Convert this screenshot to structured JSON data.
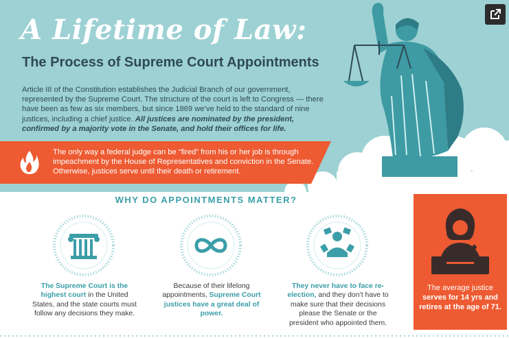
{
  "header": {
    "title": "A Lifetime of Law:",
    "subtitle": "The Process of Supreme Court Appointments"
  },
  "intro": {
    "text": "Article III of the Constitution establishes the Judicial Branch of our government, represented by the Supreme Court. The structure of the court is left to Congress — there have been as few as six members, but since 1869 we’ve held to the standard of nine justices, including a chief justice.",
    "emphasis": "All justices are nominated by the president, confirmed by a majority vote in the Senate, and hold their offices for life."
  },
  "banner": {
    "text": "The only way a federal judge can be “fired” from his or her job is through impeachment by the House of Representatives and conviction in the Senate. Otherwise, justices serve until their death or retirement.",
    "icon": "flame-icon"
  },
  "why": {
    "heading": "WHY DO APPOINTMENTS MATTER?",
    "items": [
      {
        "icon": "column-icon",
        "highlight": "The Supreme Court is the highest court",
        "rest": " in the United States, and the state courts must follow any decisions they make."
      },
      {
        "icon": "infinity-icon",
        "lead": "Because of their lifelong appointments, ",
        "highlight": "Supreme Court justices have a great deal of power."
      },
      {
        "icon": "ballot-icon",
        "highlight": "They never have to face re-election,",
        "rest": " and they don’t have to make sure that their decisions please the Senate or the president who appointed them."
      }
    ]
  },
  "stat": {
    "lead": "The average justice ",
    "highlight": "serves for 14 yrs and retires at the age of 71."
  },
  "colors": {
    "teal_bg": "#9dd1d3",
    "teal_accent": "#3b9ea8",
    "navy_text": "#2f4a55",
    "orange": "#ee5a31"
  },
  "toolbar": {
    "external_link_icon": "external-link-icon"
  }
}
